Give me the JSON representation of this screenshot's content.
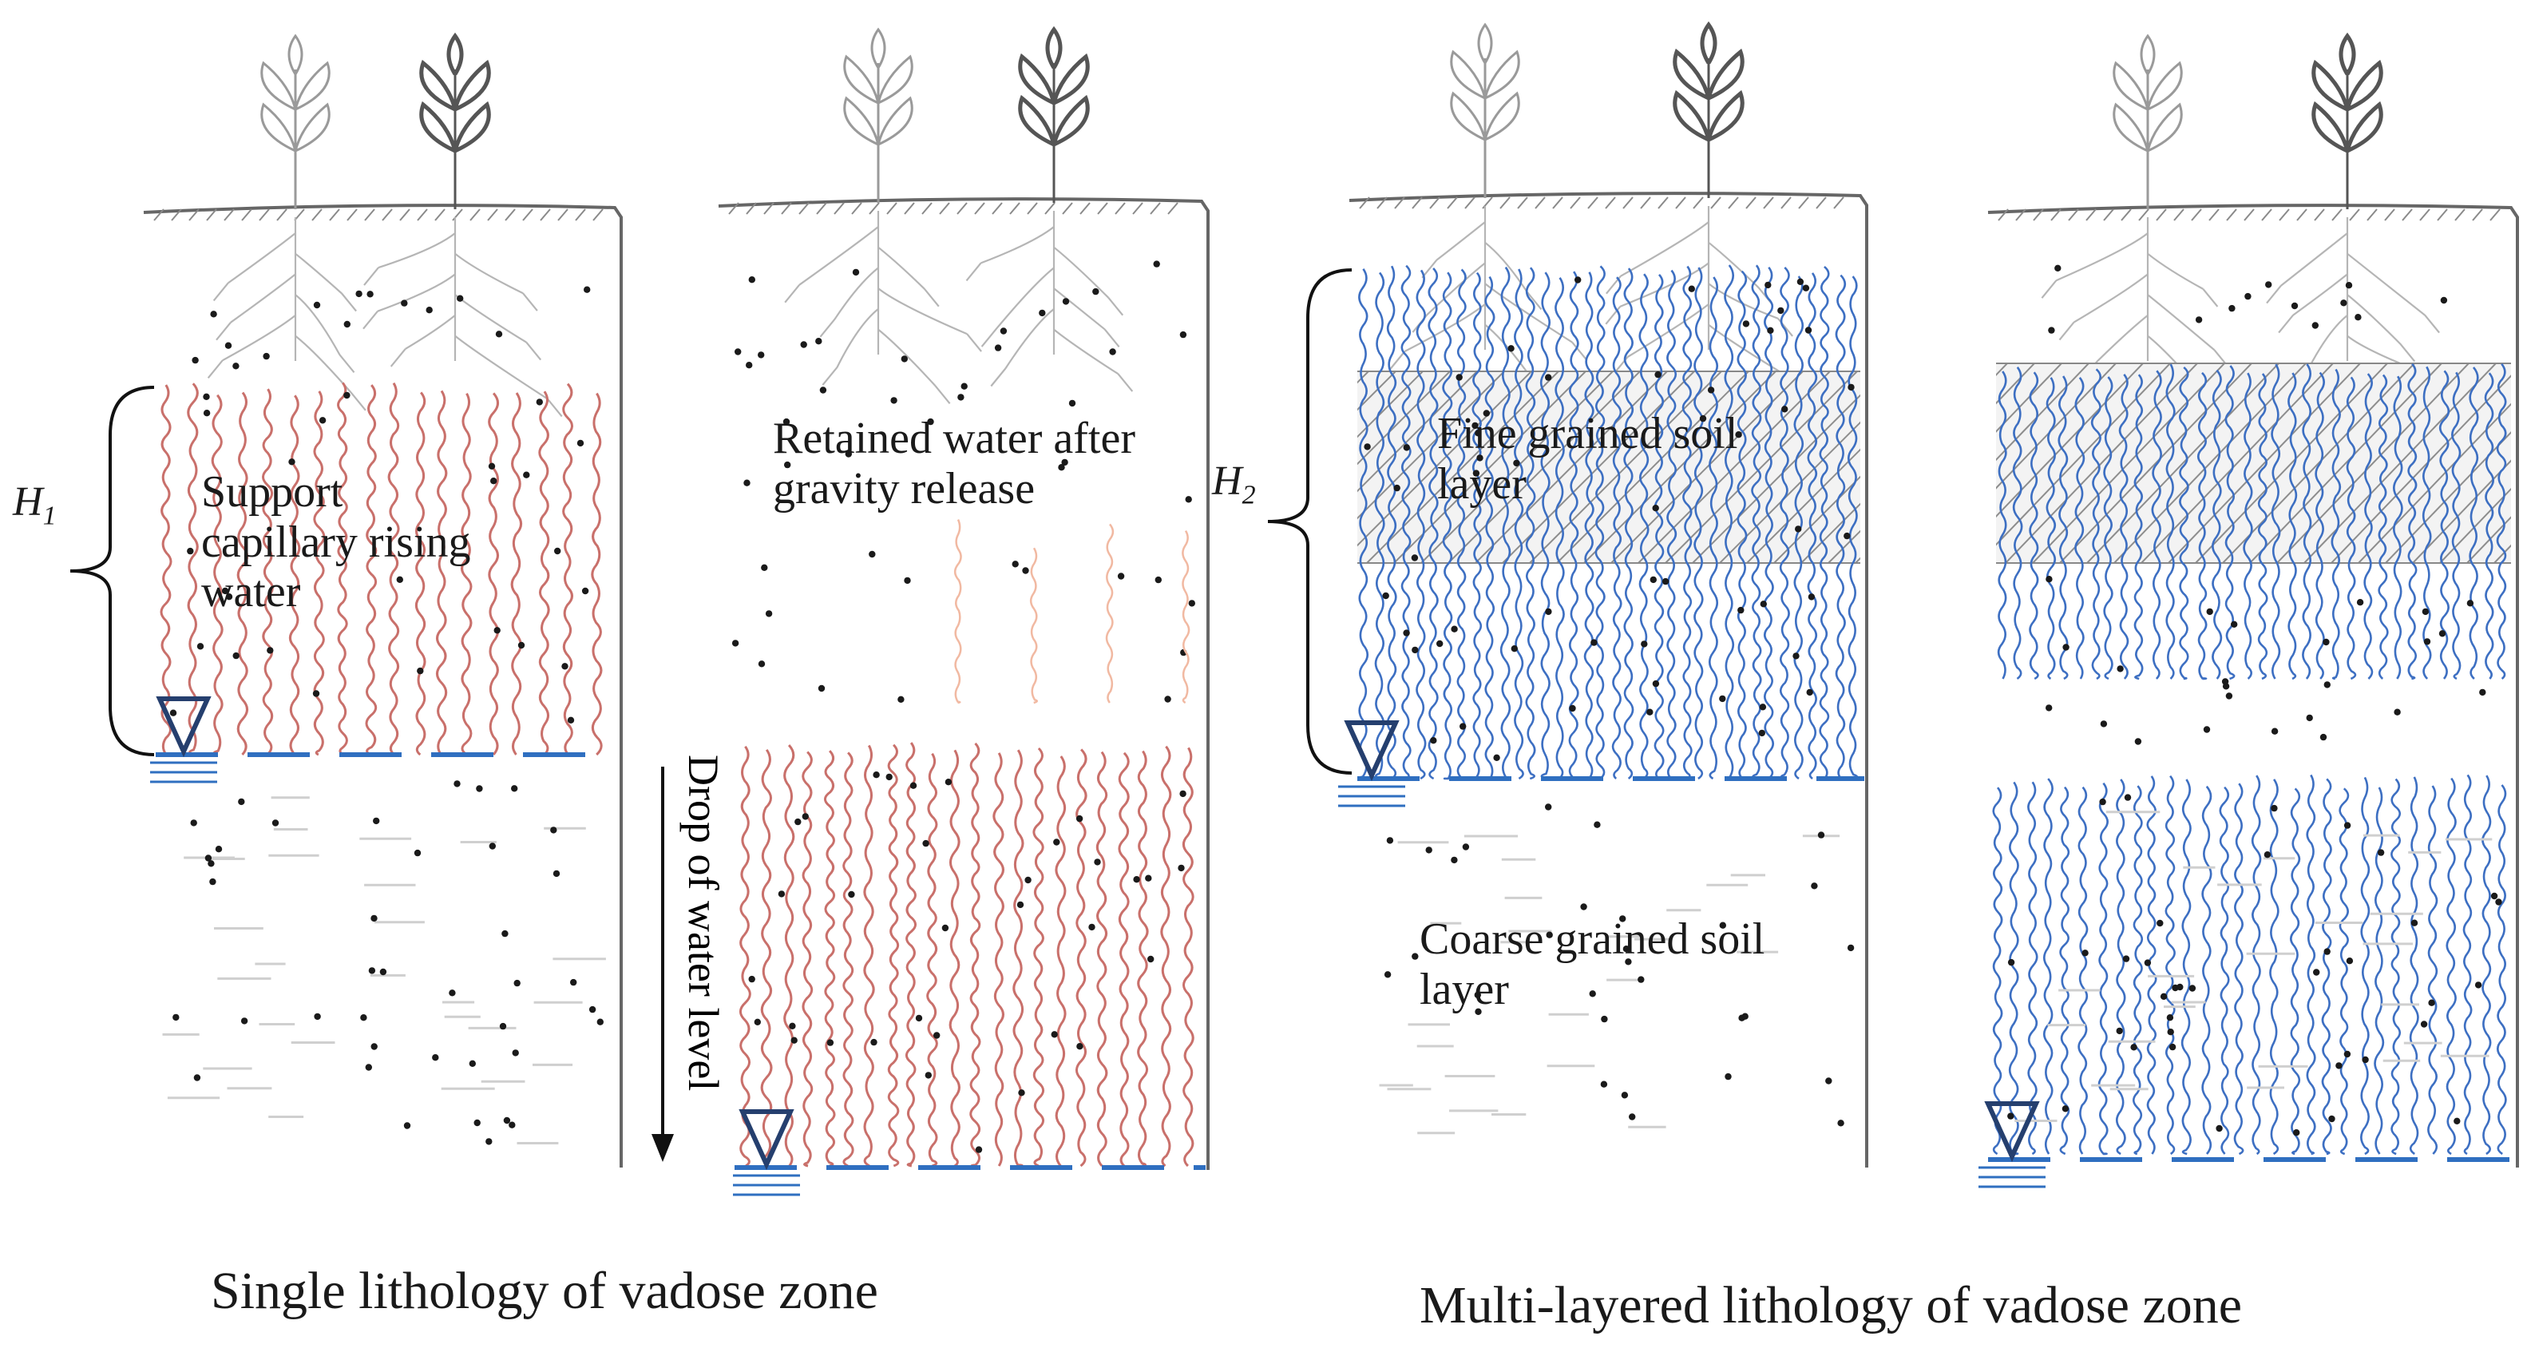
{
  "panels": {
    "p1": {
      "text": "Support capillary rising water",
      "h_label": "H",
      "h_sub": "1"
    },
    "p2": {
      "text": "Retained water after gravity release",
      "arrow_label": "Drop of water level"
    },
    "p3": {
      "h_label": "H",
      "h_sub": "2",
      "fine_label": "Fine grained soil layer",
      "coarse_label": "Coarse grained soil layer"
    }
  },
  "captions": {
    "single": "Single lithology of vadose zone",
    "multi": "Multi-layered lithology of vadose zone"
  },
  "colors": {
    "capillary_red": "#c9706b",
    "capillary_blue": "#3d6fc2",
    "water_table": "#2f6fc0",
    "triangle": "#253f6e",
    "ground": "#666666",
    "plant": "#9a9a9a"
  }
}
